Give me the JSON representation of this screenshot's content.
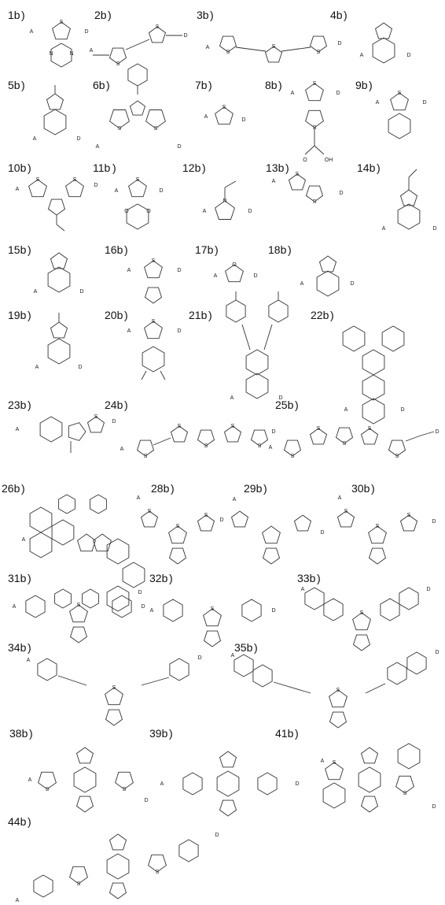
{
  "figure": {
    "atom_labels": {
      "acceptor": "A",
      "donor": "D",
      "sulfur": "S",
      "nitrogen": "N",
      "oxygen": "O",
      "oh": "OH"
    },
    "colors": {
      "ink": "#333333",
      "text": "#111111",
      "background": "#ffffff"
    },
    "units": [
      {
        "id": "1b"
      },
      {
        "id": "2b"
      },
      {
        "id": "3b"
      },
      {
        "id": "4b"
      },
      {
        "id": "5b"
      },
      {
        "id": "6b"
      },
      {
        "id": "7b"
      },
      {
        "id": "8b"
      },
      {
        "id": "9b"
      },
      {
        "id": "10b"
      },
      {
        "id": "11b"
      },
      {
        "id": "12b"
      },
      {
        "id": "13b"
      },
      {
        "id": "14b"
      },
      {
        "id": "15b"
      },
      {
        "id": "16b"
      },
      {
        "id": "17b"
      },
      {
        "id": "18b"
      },
      {
        "id": "19b"
      },
      {
        "id": "20b"
      },
      {
        "id": "21b"
      },
      {
        "id": "22b"
      },
      {
        "id": "23b"
      },
      {
        "id": "24b"
      },
      {
        "id": "25b"
      },
      {
        "id": "26b"
      },
      {
        "id": "28b"
      },
      {
        "id": "29b"
      },
      {
        "id": "30b"
      },
      {
        "id": "31b"
      },
      {
        "id": "32b"
      },
      {
        "id": "33b"
      },
      {
        "id": "34b"
      },
      {
        "id": "35b"
      },
      {
        "id": "38b"
      },
      {
        "id": "39b"
      },
      {
        "id": "41b"
      },
      {
        "id": "44b"
      }
    ]
  }
}
